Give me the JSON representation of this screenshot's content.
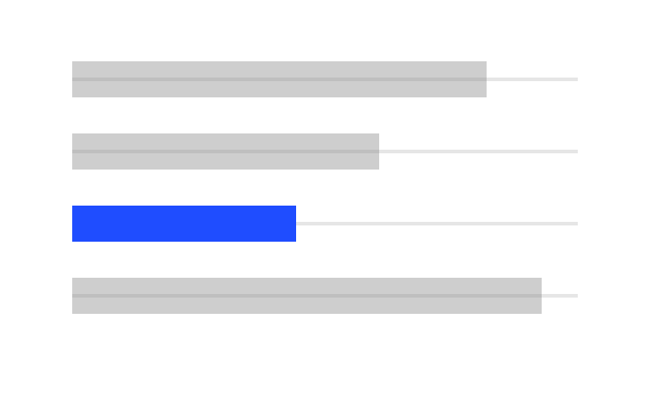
{
  "colors": {
    "bar_default": "#cecece",
    "bar_selected": "#1f4dff",
    "track": "#e6e6e6",
    "background": "#ffffff"
  },
  "bars": [
    {
      "fraction": 0.82,
      "selected": false
    },
    {
      "fraction": 0.607,
      "selected": false
    },
    {
      "fraction": 0.443,
      "selected": true
    },
    {
      "fraction": 0.929,
      "selected": false
    }
  ]
}
